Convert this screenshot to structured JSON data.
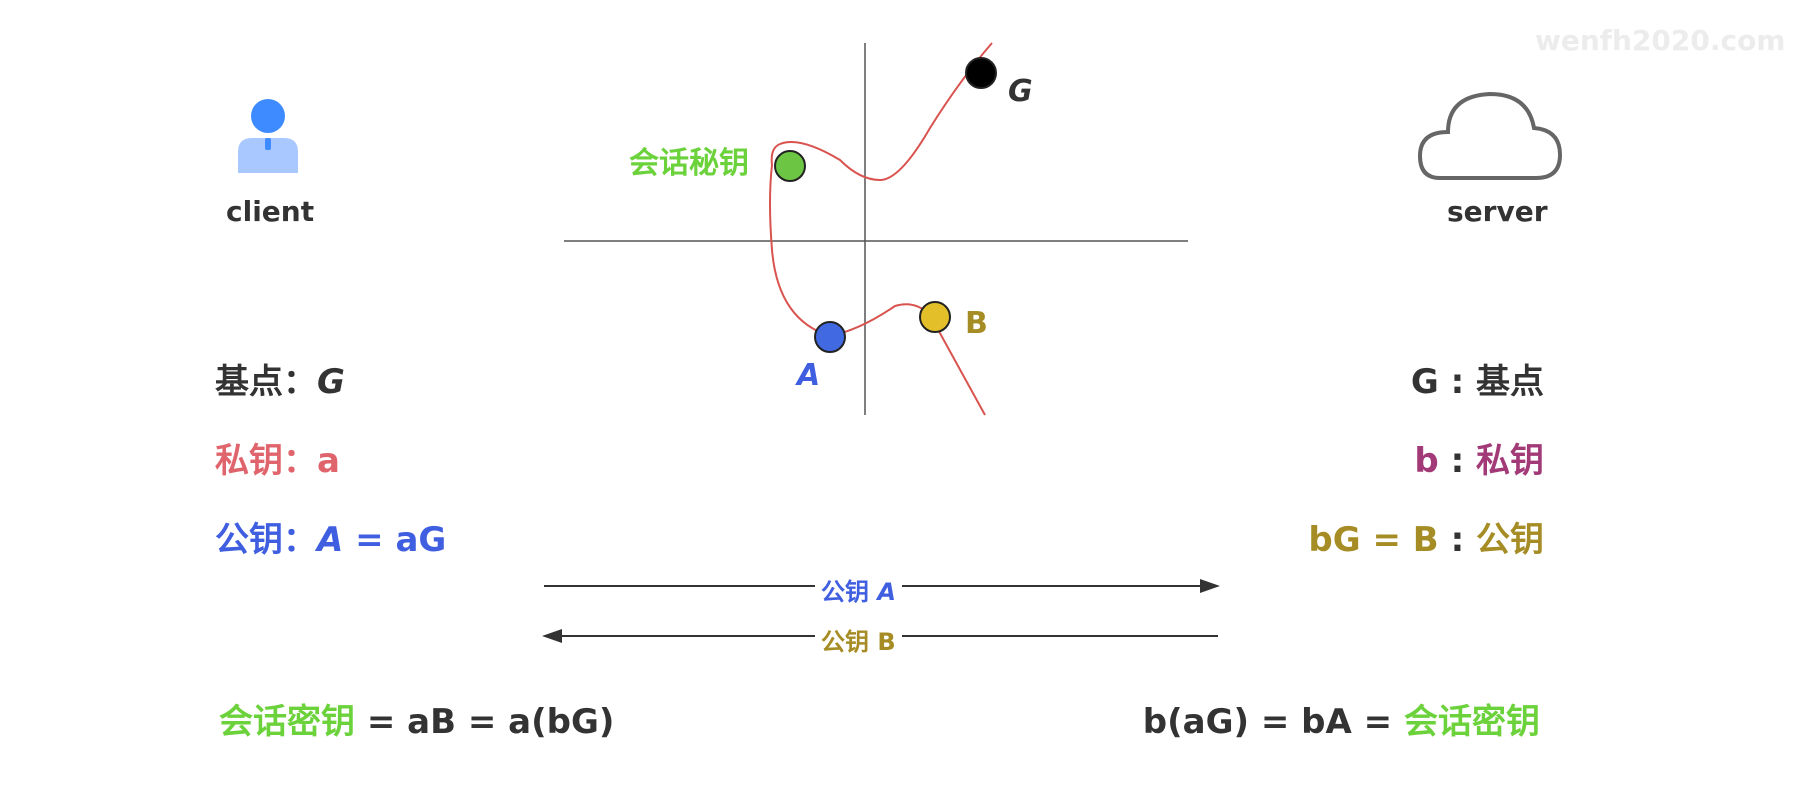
{
  "watermark": "wenfh2020.com",
  "client": {
    "label": "client",
    "icon": "user-icon"
  },
  "server": {
    "label": "server",
    "icon": "cloud-icon"
  },
  "curve_labels": {
    "G": "G",
    "session": "会话秘钥",
    "A": "A",
    "B": "B"
  },
  "left": {
    "base_label": "基点：",
    "base_value": "G",
    "private_label": "私钥：",
    "private_value": "a",
    "public_label": "公钥：",
    "public_value_var": "A",
    "public_value_rest": " = aG",
    "session_label": "会话密钥",
    "session_rest": " = aB = a(bG)"
  },
  "right": {
    "base_value": "G ",
    "base_sep": ": ",
    "base_label": "基点",
    "private_value": "b ",
    "private_sep": ": ",
    "private_label": "私钥",
    "public_value": "bG = B ",
    "public_sep": ": ",
    "public_label": "公钥",
    "session_prefix": "b(aG) = bA = ",
    "session_label": "会话密钥"
  },
  "arrows": {
    "to_server_prefix": "公钥 ",
    "to_server_var": "A",
    "to_client_prefix": "公钥 ",
    "to_client_var": "B"
  },
  "colors": {
    "dark": "#333333",
    "red_private": "#e0646c",
    "blue_public": "#3f5fe0",
    "olive": "#a68c24",
    "magenta": "#a23a78",
    "green": "#6cd23c",
    "curve": "#d9534f",
    "point_g": "#000000",
    "point_session": "#6cc644",
    "point_a": "#4169e1",
    "point_b": "#e3c02a"
  }
}
